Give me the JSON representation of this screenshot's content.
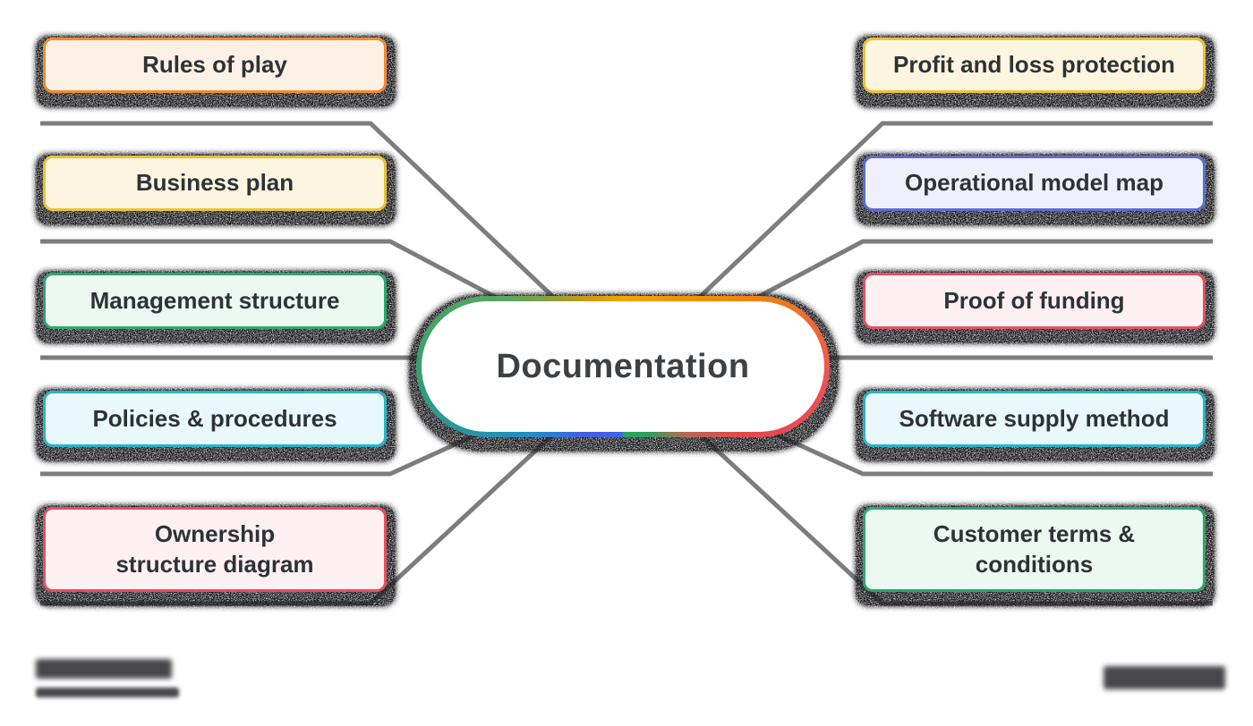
{
  "diagram": {
    "title_node": {
      "label": "Documentation"
    },
    "center": {
      "label": "Documentation",
      "ring_colors": [
        "#f6a400",
        "#f18c00",
        "#e5484d",
        "#2f9e62",
        "#4263eb",
        "#1f8fc5",
        "#35a06b",
        "#cf9a13"
      ]
    },
    "nodes": [
      {
        "id": "rules-of-play",
        "label": "Rules of play",
        "side": "left",
        "border_color": "#f08c2e",
        "fill_color": "#fdf1e5"
      },
      {
        "id": "business-plan",
        "label": "Business plan",
        "side": "left",
        "border_color": "#ecc235",
        "fill_color": "#fcf5e0"
      },
      {
        "id": "management-structure",
        "label": "Management structure",
        "side": "left",
        "border_color": "#2aa86c",
        "fill_color": "#ecf9f2"
      },
      {
        "id": "policies-procedures",
        "label": "Policies & procedures",
        "side": "left",
        "border_color": "#25b5c9",
        "fill_color": "#e9f8fb"
      },
      {
        "id": "ownership-structure-diagram",
        "label": "Ownership\nstructure diagram",
        "side": "left",
        "border_color": "#e64f5e",
        "fill_color": "#fdf0f3"
      },
      {
        "id": "profit-and-loss-protection",
        "label": "Profit and loss protection",
        "side": "right",
        "border_color": "#ecc235",
        "fill_color": "#fcf5e0"
      },
      {
        "id": "operational-model-map",
        "label": "Operational model map",
        "side": "right",
        "border_color": "#5b6ed0",
        "fill_color": "#eef1fc"
      },
      {
        "id": "proof-of-funding",
        "label": "Proof of funding",
        "side": "right",
        "border_color": "#e64f5e",
        "fill_color": "#fdf0f3"
      },
      {
        "id": "software-supply-method",
        "label": "Software supply method",
        "side": "right",
        "border_color": "#25b5c9",
        "fill_color": "#e9f8fb"
      },
      {
        "id": "customer-terms-conditions",
        "label": "Customer terms &\nconditions",
        "side": "right",
        "border_color": "#2aa86c",
        "fill_color": "#ecf9f2"
      }
    ],
    "connector_color": "#7d7d7d",
    "background_color": "#ffffff",
    "text_color": "#2e3236",
    "watermarks": {
      "bottom_left": {
        "legible": false,
        "lines": 2,
        "color": "#3e3e44"
      },
      "bottom_right": {
        "legible": false,
        "lines": 1,
        "color": "#3e3e44"
      }
    }
  }
}
